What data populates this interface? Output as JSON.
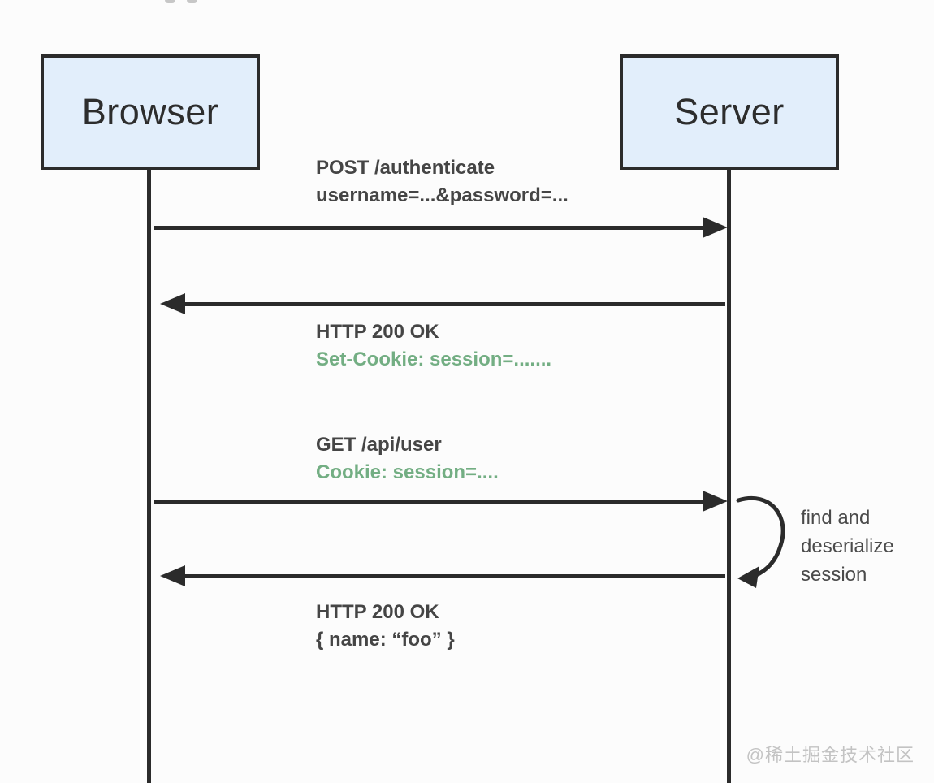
{
  "diagram": {
    "actors": [
      {
        "label": "Browser"
      },
      {
        "label": "Server"
      }
    ],
    "messages": [
      {
        "line1": "POST /authenticate",
        "line2": "username=...&password=...",
        "direction": "browser-to-server"
      },
      {
        "line1": "HTTP 200 OK",
        "line2": "Set-Cookie: session=.......",
        "direction": "server-to-browser"
      },
      {
        "line1": "GET /api/user",
        "line2": "Cookie: session=....",
        "direction": "browser-to-server"
      },
      {
        "line1": "HTTP 200 OK",
        "line2": "{ name: “foo” }",
        "direction": "server-to-browser"
      }
    ],
    "note": {
      "line1": "find and",
      "line2": "deserialize",
      "line3": "session"
    },
    "watermark": "@稀土掘金技术社区",
    "colors": {
      "line": "#2b2b2b",
      "box_fill": "#e2eefb",
      "text": "#454545",
      "accent_green": "#73ae83",
      "watermark": "#c3c3c3",
      "page_bg": "#fcfcfc"
    }
  }
}
